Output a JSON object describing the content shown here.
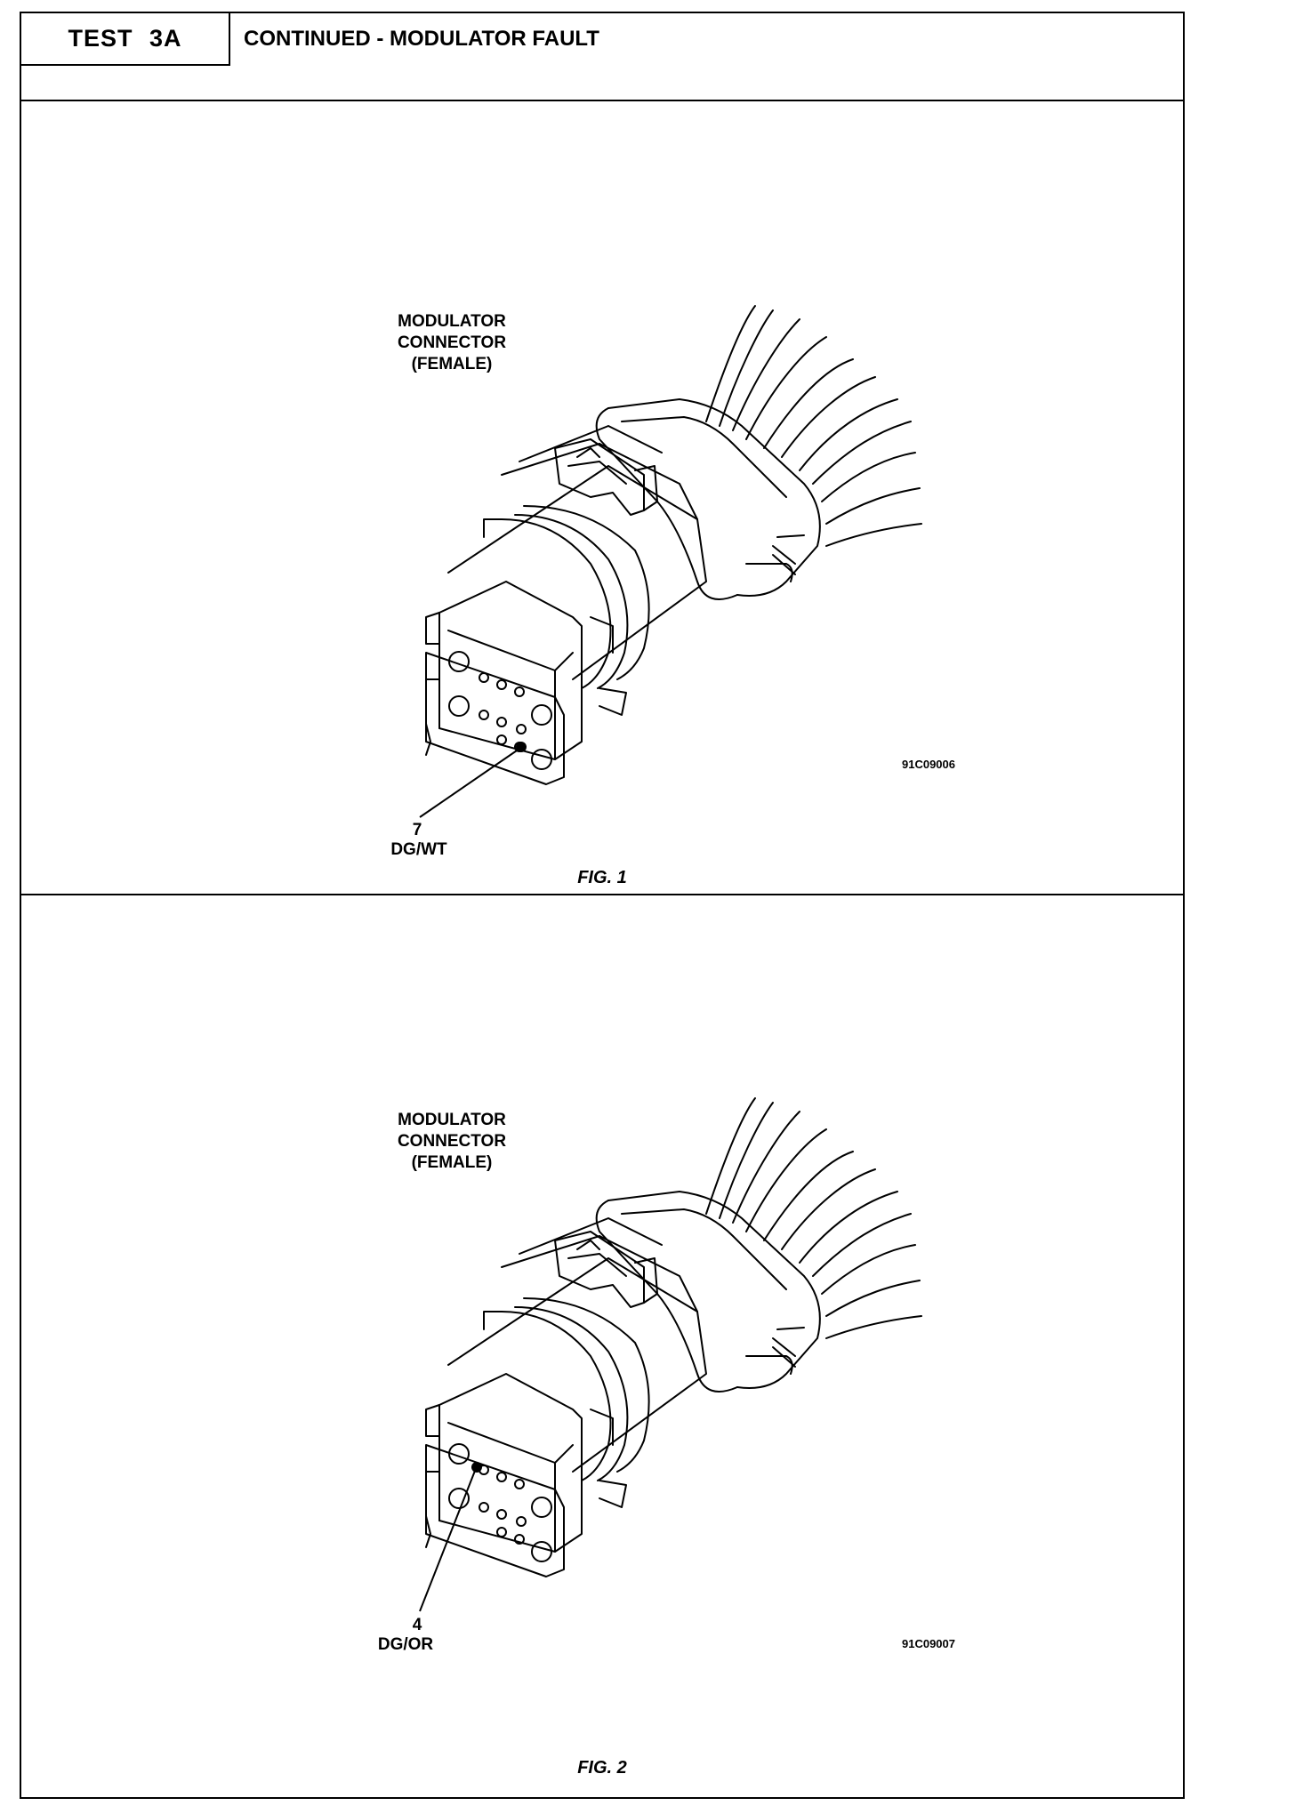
{
  "header": {
    "test_label": "TEST",
    "test_number": "3A",
    "title": "CONTINUED - MODULATOR FAULT"
  },
  "figures": [
    {
      "connector_label": [
        "MODULATOR",
        "CONNECTOR",
        "(FEMALE)"
      ],
      "pin_number": "7",
      "wire_color": "DG/WT",
      "image_code": "91C09006",
      "caption": "FIG. 1"
    },
    {
      "connector_label": [
        "MODULATOR",
        "CONNECTOR",
        "(FEMALE)"
      ],
      "pin_number": "4",
      "wire_color": "DG/OR",
      "image_code": "91C09007",
      "caption": "FIG. 2"
    }
  ]
}
